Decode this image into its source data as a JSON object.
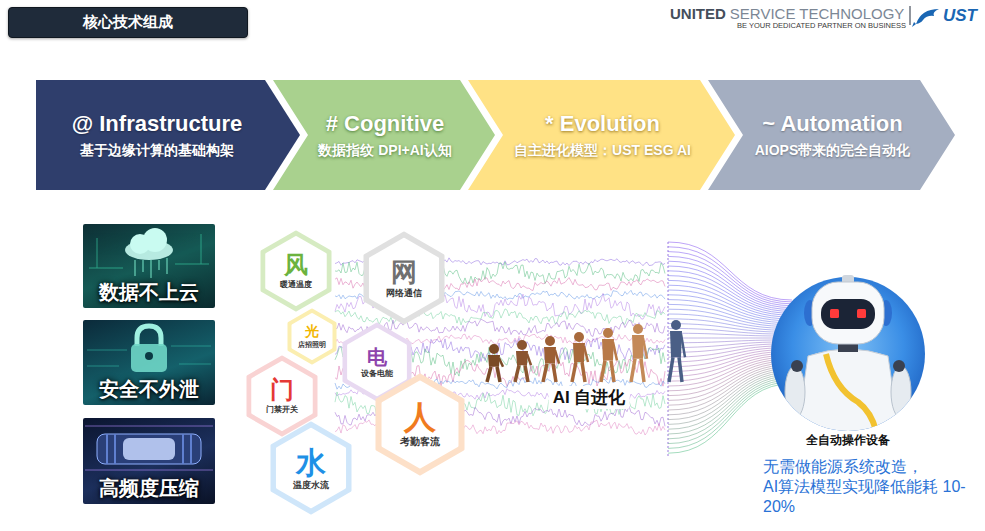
{
  "diagram": {
    "title": "核心技术组成",
    "nodes": [
      {
        "text": [
          "@ Infrastructure",
          "基于边缘计算的基础构架"
        ]
      },
      {
        "text": [
          "# Cognitive",
          "数据指纹 DPI+AI认知"
        ]
      },
      {
        "text": [
          "* Evolution",
          "自主进化模型：UST ESG AI"
        ]
      },
      {
        "text": [
          "~ Automation",
          "AIOPS带来的完全自动化"
        ]
      },
      {
        "text": [
          "数据不上云"
        ]
      },
      {
        "text": [
          "安全不外泄"
        ]
      },
      {
        "text": [
          "高频度压缩"
        ]
      },
      {
        "text": [
          "风",
          "暖通温度"
        ]
      },
      {
        "text": [
          "网",
          "网络通信"
        ]
      },
      {
        "text": [
          "光",
          "店招照明"
        ]
      },
      {
        "text": [
          "电",
          "设备电能"
        ]
      },
      {
        "text": [
          "门",
          "门禁开关"
        ]
      },
      {
        "text": [
          "人",
          "考勤客流"
        ]
      },
      {
        "text": [
          "水",
          "温度水流"
        ]
      }
    ],
    "labels": [
      "UNITED",
      "SERVICE TECHNOLOGY",
      "BE YOUR DEDICATED PARTNER ON BUSINESS",
      "UST",
      "AI 自进化",
      "全自动操作设备",
      "无需做能源系统改造， AI算法模型实现降低能耗 10-20%"
    ]
  }
}
